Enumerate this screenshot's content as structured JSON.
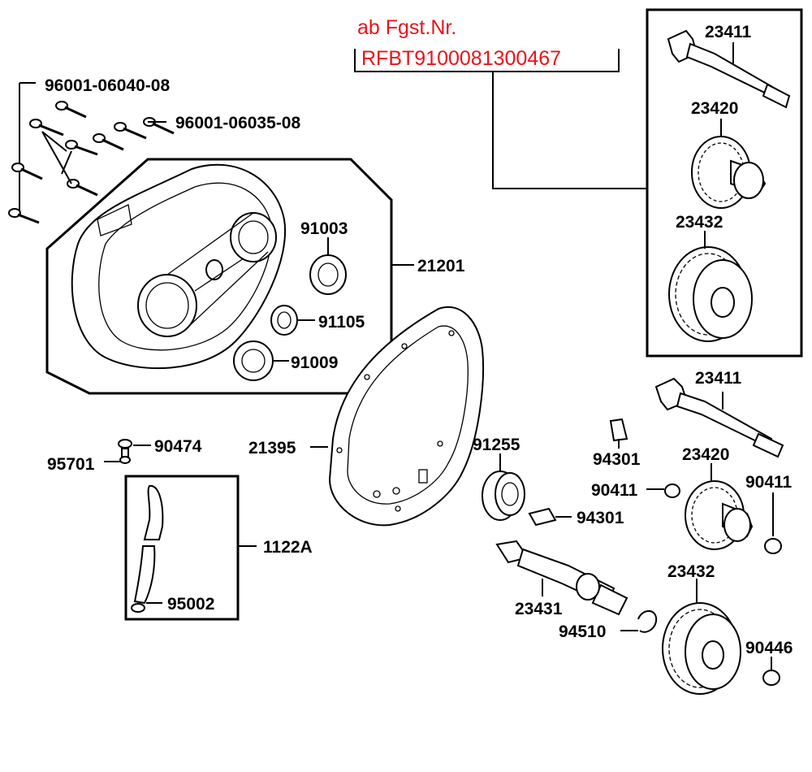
{
  "notice": {
    "line1": "ab Fgst.Nr.",
    "line2": "RFBT9100081300467",
    "color": "#e8141a"
  },
  "labels": {
    "bolt_long": "96001-06040-08",
    "bolt_short": "96001-06035-08",
    "bearing_91003": "91003",
    "cover_21201": "21201",
    "bearing_91105": "91105",
    "bearing_91009": "91009",
    "gasket_21395": "21395",
    "washer_90474": "90474",
    "bolt_95701": "95701",
    "hose_1122A": "1122A",
    "clamp_95002": "95002",
    "seal_91255": "91255",
    "box_shaft_23411": "23411",
    "box_gear_23420": "23420",
    "box_gear_23432": "23432",
    "shaft_23411": "23411",
    "pin_94301_top": "94301",
    "gear_23420": "23420",
    "washer_90411_left": "90411",
    "washer_90411_right": "90411",
    "pin_94301_bottom": "94301",
    "gear_23432": "23432",
    "shaft_23431": "23431",
    "circlip_94510": "94510",
    "washer_90446": "90446"
  }
}
